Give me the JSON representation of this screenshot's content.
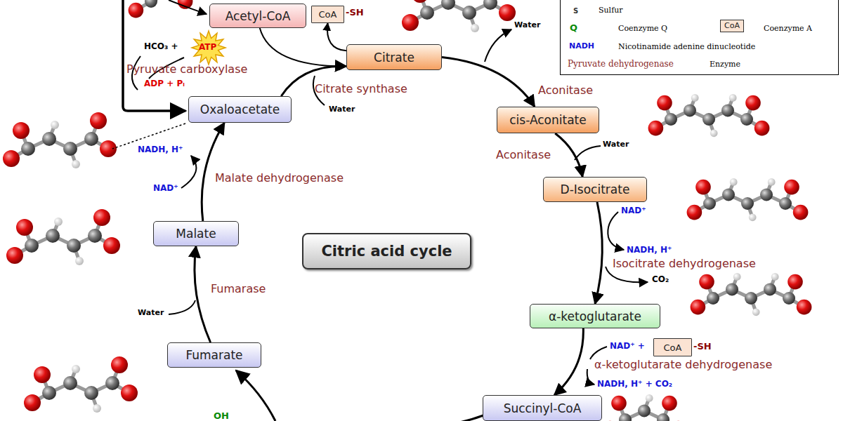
{
  "diagram": {
    "nodes": [
      {
        "text": [
          "Acetyl-CoA"
        ]
      },
      {
        "text": [
          "CoA"
        ]
      },
      {
        "text": [
          "Citrate"
        ]
      },
      {
        "text": [
          "Oxaloacetate"
        ]
      },
      {
        "text": [
          "cis-Aconitate"
        ]
      },
      {
        "text": [
          "D-Isocitrate"
        ]
      },
      {
        "text": [
          "Malate"
        ]
      },
      {
        "text": [
          "Citric acid cycle"
        ]
      },
      {
        "text": [
          "α-ketoglutarate"
        ]
      },
      {
        "text": [
          "CoA"
        ]
      },
      {
        "text": [
          "Fumarate"
        ]
      },
      {
        "text": [
          "Succinyl-CoA"
        ]
      }
    ],
    "edges": [
      {
        "from": 0,
        "to": 2,
        "arrow": "to"
      },
      {
        "from": 3,
        "to": 2,
        "arrow": "to"
      },
      {
        "from": 2,
        "to": 1,
        "arrow": "to"
      },
      {
        "from": 2,
        "to": 4,
        "arrow": "to"
      },
      {
        "from": 4,
        "to": 5,
        "arrow": "to"
      },
      {
        "from": 5,
        "to": 8,
        "arrow": "to"
      },
      {
        "from": 8,
        "to": 11,
        "arrow": "to"
      },
      {
        "from": 10,
        "to": 6,
        "arrow": "to"
      },
      {
        "from": 6,
        "to": 3,
        "arrow": "to"
      }
    ],
    "labels": [
      "HCO₃ +",
      "ATP",
      "Pyruvate carboxylase",
      "ADP + Pᵢ",
      "Citrate synthase",
      "Water",
      "Water",
      "Aconitase",
      "Aconitase",
      "Water",
      "NAD⁺",
      "NADH, H⁺",
      "Isocitrate dehydrogenase",
      "CO₂",
      "NAD⁺ +",
      "-SH",
      "α-ketoglutarate dehydrogenase",
      "NADH, H⁺ + CO₂",
      "Malate dehydrogenase",
      "NADH, H⁺",
      "NAD⁺",
      "Fumarase",
      "Water",
      "OH",
      "-SH",
      "S",
      "Q",
      "CoA",
      "NADH",
      "Pyruvate dehydrogenase"
    ],
    "legend": [
      {
        "text": "Sulfur"
      },
      {
        "text": "Coenzyme Q"
      },
      {
        "text": "Coenzyme A"
      },
      {
        "text": "Nicotinamide adenine dinucleotide"
      },
      {
        "text": "Enzyme"
      }
    ]
  }
}
